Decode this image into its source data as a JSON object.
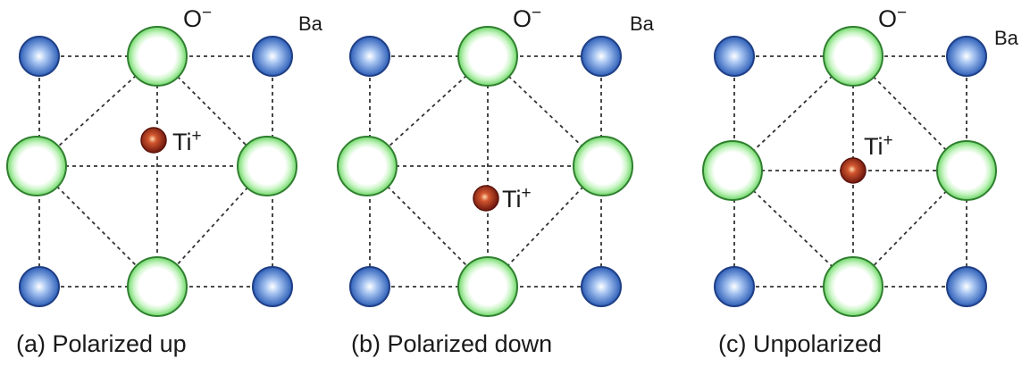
{
  "panels": [
    {
      "id": "a",
      "caption": "(a)  Polarized up",
      "oxygen_label": "O",
      "oxygen_charge": "−",
      "barium_label": "Ba",
      "titanium_label": "Ti",
      "titanium_charge": "+",
      "titanium_displacement": "up"
    },
    {
      "id": "b",
      "caption": "(b)  Polarized down",
      "oxygen_label": "O",
      "oxygen_charge": "−",
      "barium_label": "Ba",
      "titanium_label": "Ti",
      "titanium_charge": "+",
      "titanium_displacement": "down"
    },
    {
      "id": "c",
      "caption": "(c)  Unpolarized",
      "oxygen_label": "O",
      "oxygen_charge": "−",
      "barium_label": "Ba",
      "titanium_label": "Ti",
      "titanium_charge": "+",
      "titanium_displacement": "center"
    }
  ],
  "colors": {
    "barium_fill": "#3f74c9",
    "barium_edge": "#1f3f86",
    "oxygen_ring": "#7fe07a",
    "oxygen_edge": "#2f7f2f",
    "titanium_fill": "#9c2a1e",
    "titanium_edge": "#5a130c",
    "bond_line": "#333333"
  }
}
